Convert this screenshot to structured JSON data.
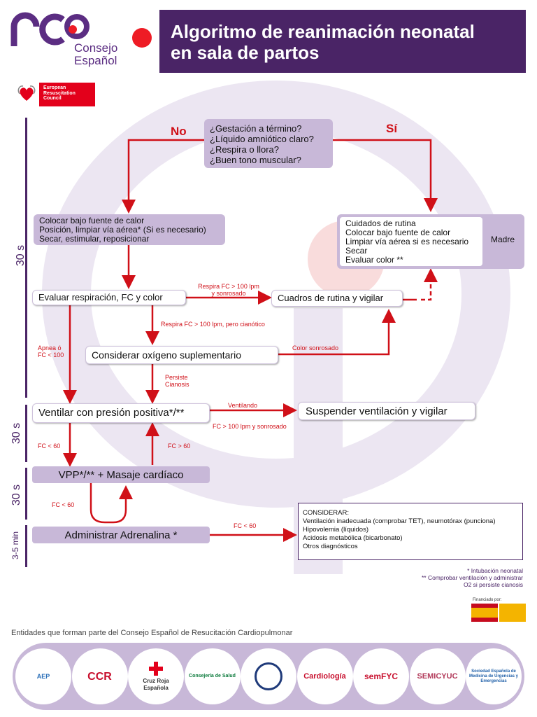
{
  "header": {
    "logo_text_line1": "Consejo",
    "logo_text_line2": "Español",
    "title_line1": "Algoritmo de reanimación neonatal",
    "title_line2": "en sala de partos",
    "erc_line1": "European",
    "erc_line2": "Resuscitation",
    "erc_line3": "Council"
  },
  "time_labels": {
    "first": "30 s",
    "second": "30 s",
    "third": "30 s",
    "fourth": "3-5 min"
  },
  "decision": {
    "no_label": "No",
    "yes_label": "Sí",
    "questions": [
      "¿Gestación a término?",
      "¿Líquido amniótico claro?",
      "¿Respira o llora?",
      "¿Buen tono muscular?"
    ]
  },
  "boxes": {
    "initial_steps": [
      "Colocar bajo fuente de calor",
      "Posición, limpiar vía aérea* (Si es necesario)",
      "Secar, estimular, reposicionar"
    ],
    "routine_care": [
      "Cuidados de rutina",
      "Colocar bajo fuente de calor",
      "Limpiar vía aérea si es necesario",
      "Secar",
      "Evaluar color **"
    ],
    "mother_label": "Madre",
    "evaluate": "Evaluar respiración, FC y color",
    "routine_watch": "Cuadros de rutina y vigilar",
    "oxygen": "Considerar oxígeno suplementario",
    "ventilate": "Ventilar con presión positiva*/**",
    "stop_ventilation": "Suspender ventilación y vigilar",
    "vpp_massage": "VPP*/** + Masaje cardíaco",
    "adrenaline": "Administrar Adrenalina *"
  },
  "arrow_labels": {
    "resp_ok_line1": "Respira FC > 100 lpm",
    "resp_ok_line2": "y sonrosado",
    "cyanotic": "Respira FC > 100 lpm, pero cianótico",
    "apnea_line1": "Apnea ó",
    "apnea_line2": "FC < 100",
    "pink": "Color sonrosado",
    "persists_line1": "Persiste",
    "persists_line2": "Cianosis",
    "ventilating": "Ventilando",
    "fc_pink": "FC > 100 lpm y sonrosado",
    "fc_lt60_a": "FC < 60",
    "fc_gt60": "FC > 60",
    "fc_lt60_b": "FC < 60",
    "fc_lt60_c": "FC < 60"
  },
  "consider": {
    "heading": "CONSIDERAR:",
    "items": [
      "Ventilación inadecuada (comprobar TET), neumotórax (punciona)",
      "Hipovolemia (líquidos)",
      "Acidosis metabólica (bicarbonato)",
      "Otros diagnósticos"
    ]
  },
  "notes": {
    "note1": "* Intubación neonatal",
    "note2": "** Comprobar ventilación y administrar",
    "note3": "O2 si persiste cianosis",
    "financed": "Financiado por:"
  },
  "footer": {
    "text": "Entidades que forman parte del Consejo Español de Resucitación Cardiopulmonar",
    "logos": [
      "AEP",
      "CCR",
      "Cruz Roja Española",
      "Consejería de Salud",
      "",
      "Cardiología",
      "semFYC",
      "SEMICYUC",
      "Sociedad Española de Medicina de Urgencias y Emergencias"
    ]
  },
  "colors": {
    "purple_dark": "#4a2466",
    "purple_light": "#c8b8d8",
    "red": "#d01018",
    "accent_red": "#ee1c25"
  }
}
